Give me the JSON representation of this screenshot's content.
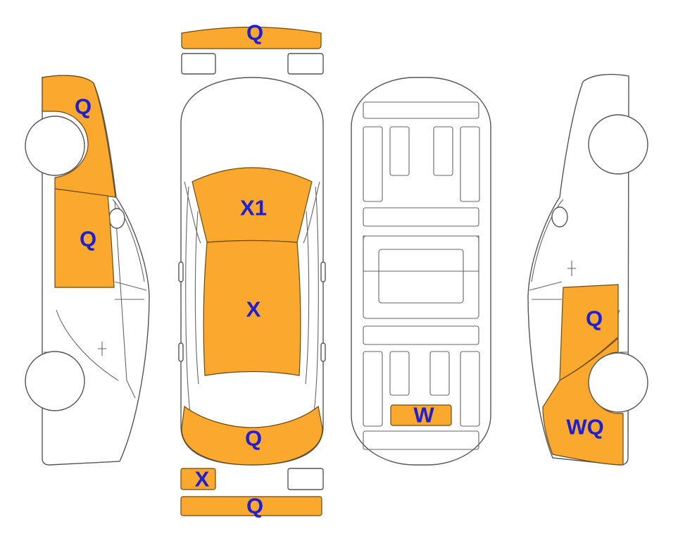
{
  "colors": {
    "damaged": "#FBA82E",
    "label": "#1E1ED2",
    "outline": "#555555"
  },
  "labels": {
    "front_bumper": "Q",
    "left_front_fender": "Q",
    "left_front_door": "Q",
    "windshield": "X1",
    "roof": "X",
    "rear_window": "Q",
    "left_rear_light": "X",
    "rear_bumper": "Q",
    "underbody_rear": "W",
    "right_rear_door": "Q",
    "right_rear_quarter": "WQ"
  }
}
